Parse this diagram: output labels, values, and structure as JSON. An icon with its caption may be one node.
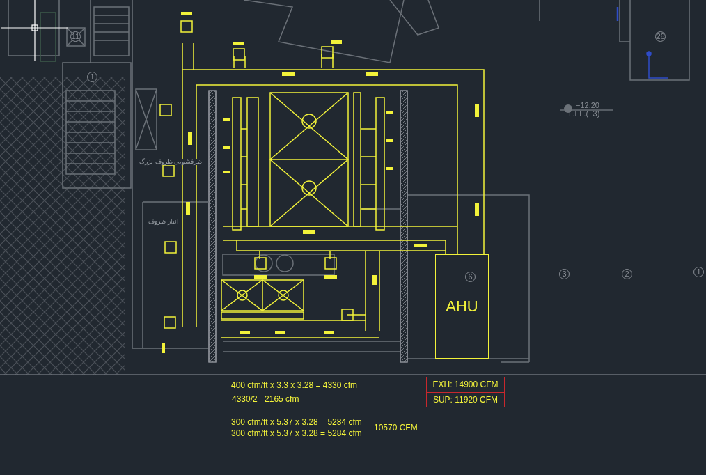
{
  "diagram": {
    "nodes": [
      {
        "text": [
          "AHU"
        ]
      },
      {
        "text": [
          "EXH: 14900 CFM",
          "SUP: 11920 CFM"
        ]
      }
    ],
    "edges": [],
    "labels": [
      "11",
      "1",
      "26",
      "−12.20",
      "F.FL.(−3)",
      "ظرفشویی ظروف بزرگ",
      "انبار ظروف",
      "3",
      "2",
      "1",
      "6",
      "400 cfm/ft x 3.3 x 3.28 = 4330 cfm",
      "4330/2= 2165 cfm",
      "300 cfm/ft x 5.37 x 3.28 = 5284 cfm",
      "300 cfm/ft x 5.37 x 3.28 = 5284 cfm",
      "10570 CFM"
    ]
  }
}
